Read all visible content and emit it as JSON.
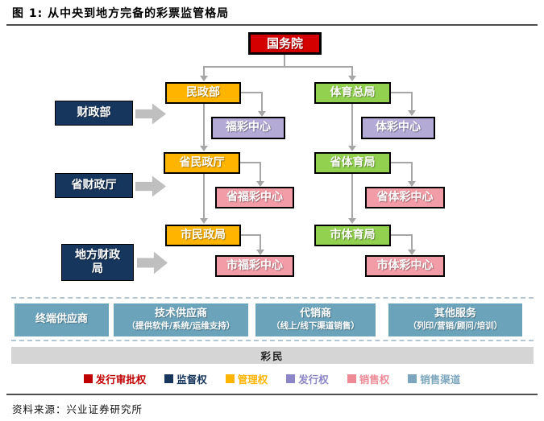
{
  "figure": {
    "title": "图 1: 从中央到地方完备的彩票监管格局",
    "source": "资料来源：兴业证券研究所"
  },
  "nodes": {
    "state_council": "国务院",
    "civil_affairs_ministry": "民政部",
    "sports_administration": "体育总局",
    "welfare_lottery_center": "福彩中心",
    "sports_lottery_center": "体彩中心",
    "provincial_civil_affairs": "省民政厅",
    "provincial_sports_bureau": "省体育局",
    "provincial_welfare_lottery_center": "省福彩中心",
    "provincial_sports_lottery_center": "省体彩中心",
    "municipal_civil_affairs": "市民政局",
    "municipal_sports_bureau": "市体育局",
    "municipal_welfare_lottery_center": "市福彩中心",
    "municipal_sports_lottery_center": "市体彩中心",
    "finance_ministry": "财政部",
    "provincial_finance_dept": "省财政厅",
    "local_finance_bureau": "地方财政局"
  },
  "supply_chain": {
    "terminal_supplier": {
      "title": "终端供应商",
      "subtitle": ""
    },
    "tech_supplier": {
      "title": "技术供应商",
      "subtitle": "（提供软件/系统/运维支持）"
    },
    "distributor": {
      "title": "代销商",
      "subtitle": "（线上/线下渠道销售）"
    },
    "other_services": {
      "title": "其他服务",
      "subtitle": "（列印/营销/顾问/培训）"
    }
  },
  "players_bar": "彩民",
  "legend": [
    {
      "label": "发行审批权",
      "color": "#c00000"
    },
    {
      "label": "监督权",
      "color": "#17365d"
    },
    {
      "label": "管理权",
      "color": "#ffb400"
    },
    {
      "label": "发行权",
      "color": "#8c85c7"
    },
    {
      "label": "销售权",
      "color": "#ee8a96"
    },
    {
      "label": "销售渠道",
      "color": "#7ba6bd"
    }
  ],
  "colors": {
    "approval_red": "#d40000",
    "supervision_navy": "#17365d",
    "management_orange": "#ffb400",
    "issuance_lavender": "#b3aad6",
    "sales_pink": "#f19ca6",
    "channel_teal": "#6ba3bb",
    "players_gray": "#d5d5d5",
    "connector_gray": "#a6a6a6"
  }
}
